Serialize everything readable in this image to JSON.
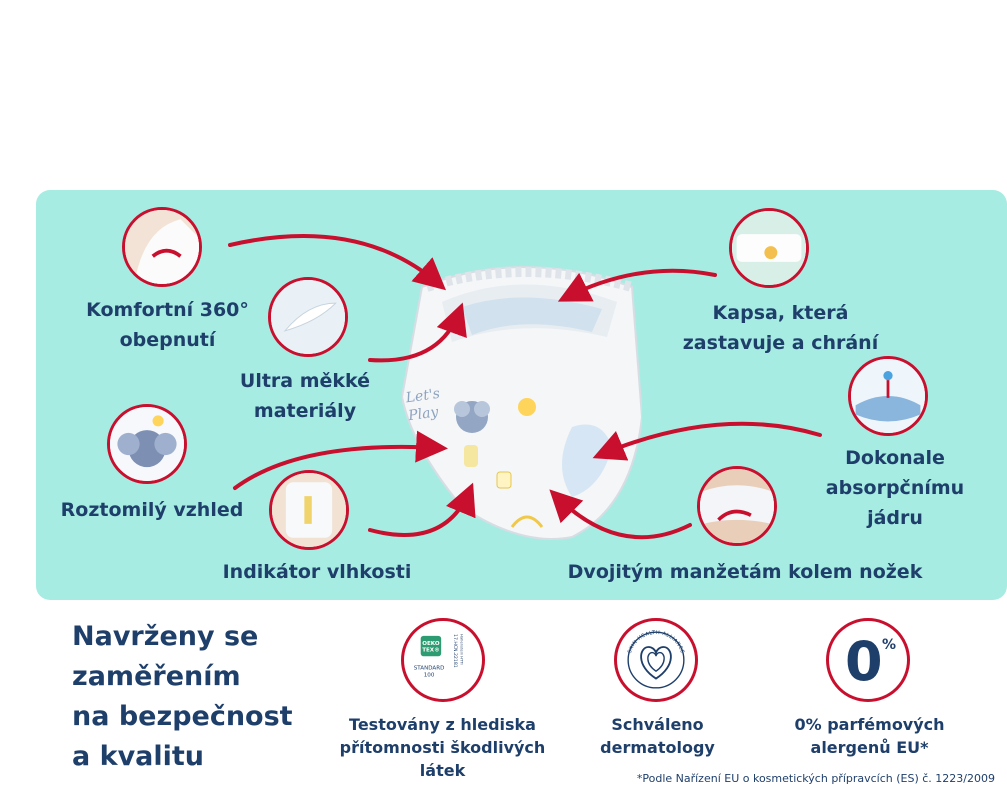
{
  "features": {
    "komfort": "Komfortní 360°\nobepnutí",
    "materialy": "Ultra měkké\nmateriály",
    "vzhled": "Roztomilý vzhled",
    "indikator": "Indikátor vlhkosti",
    "kapsa": "Kapsa, která\nzastavuje a chrání",
    "jadro": "Dokonale\nabsorpčnímu\njádru",
    "manzety": "Dvojitým manžetám kolem nožek"
  },
  "diaper_print": "Let's\nPlay",
  "headline": [
    "Navrženy se",
    "zaměřením",
    "na bezpečnost",
    "a kvalitu"
  ],
  "badges": {
    "oeko": {
      "logo_line1": "OEKO",
      "logo_line2": "TEX®",
      "standard": "STANDARD",
      "number": "100",
      "code": "17.HCN.22181",
      "institute": "Hohenstein HTTI",
      "caption": "Testovány z hlediska\npřítomnosti škodlivých látek"
    },
    "skin": {
      "ring_text": "SKIN HEALTH ALLIANCE",
      "caption": "Schváleno\ndermatology"
    },
    "zero": {
      "value": "0",
      "unit": "%",
      "caption": "0% parfémových\nalergenů EU*"
    }
  },
  "footnote": "*Podle Nařízení EU o kosmetických přípravcích (ES) č. 1223/2009",
  "colors": {
    "panel": "#a7ece3",
    "accent": "#c8102e",
    "text": "#1f3f6b"
  }
}
